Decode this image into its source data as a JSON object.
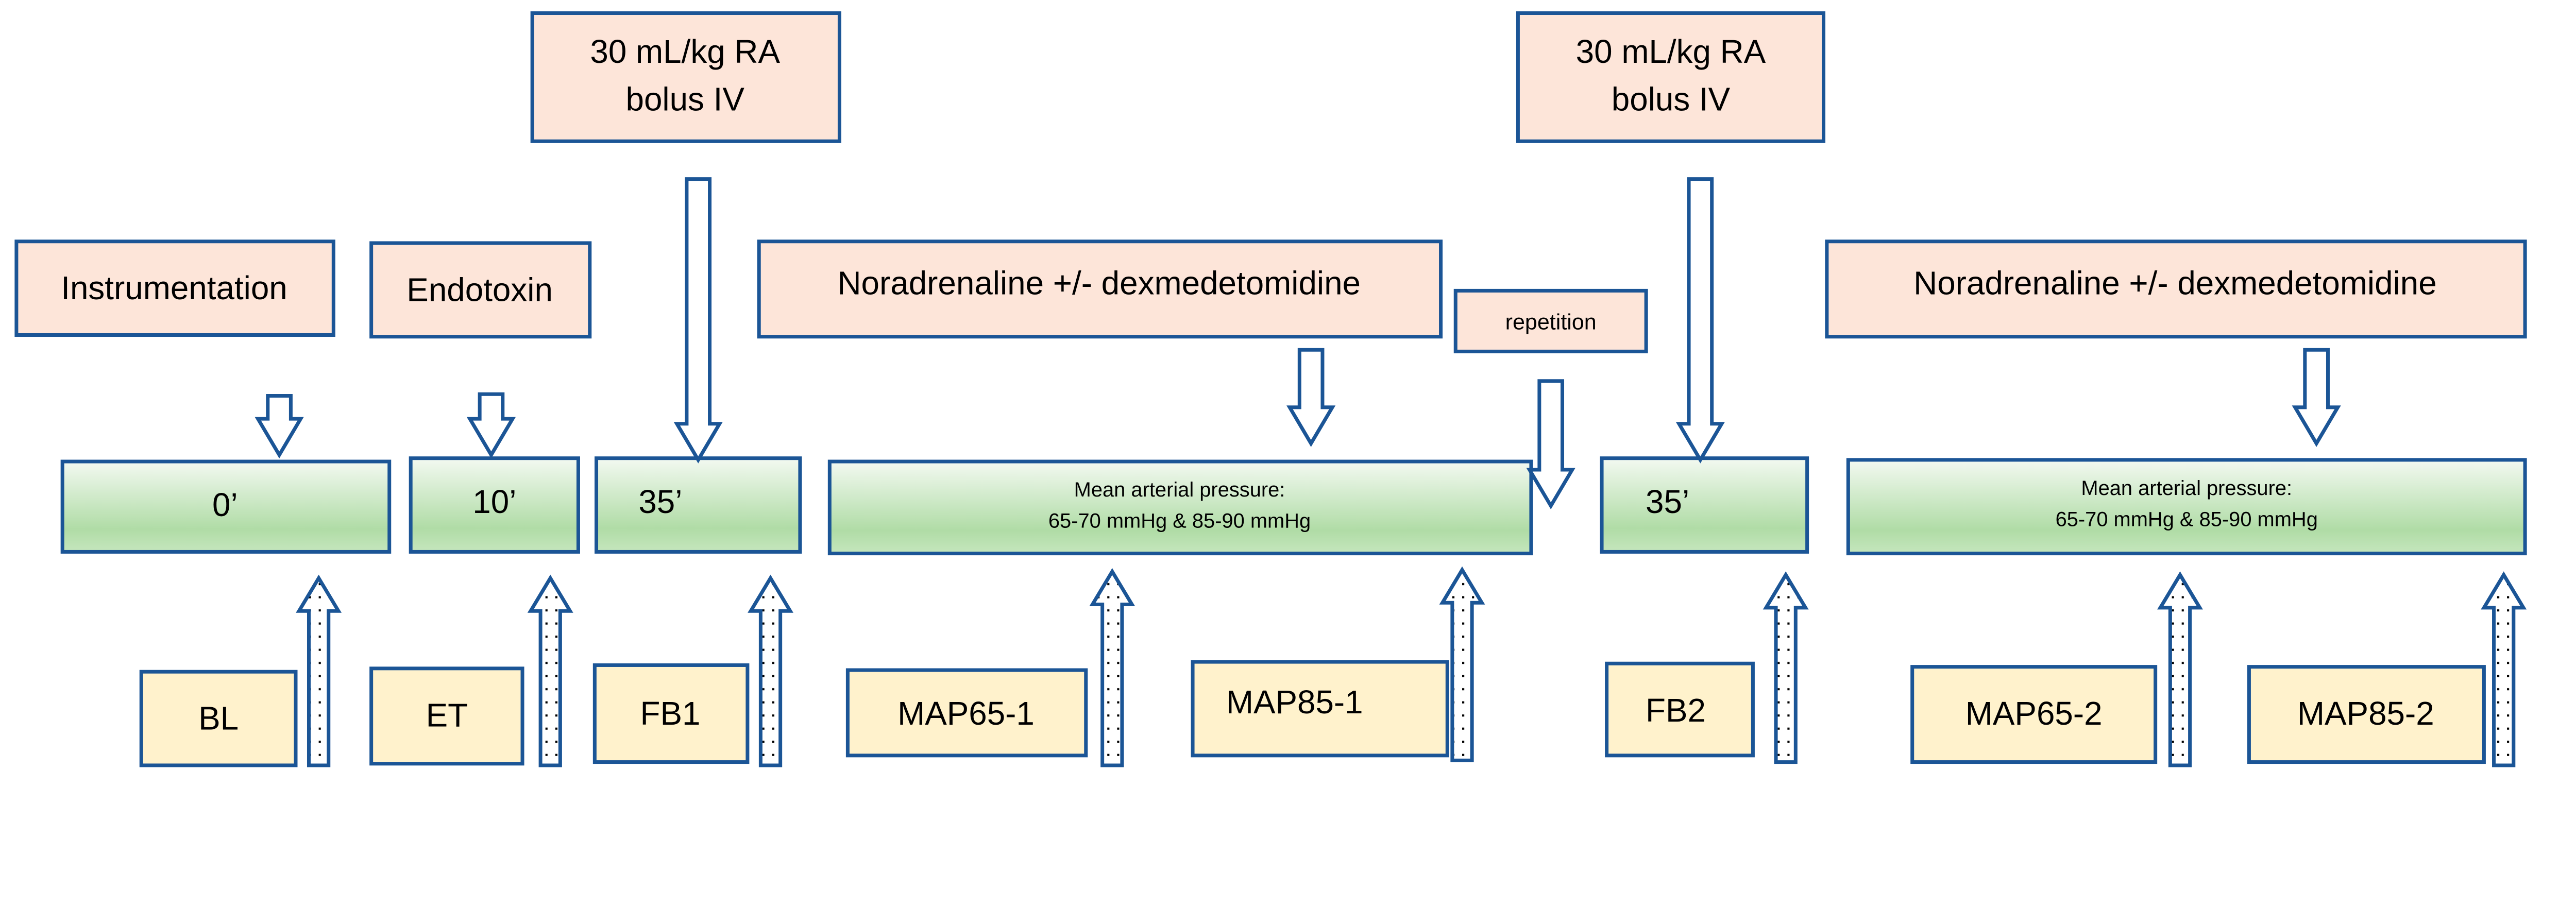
{
  "colors": {
    "border": "#1b5596",
    "event_fill": "#fde5d9",
    "time_fill_top": "#f3f9f1",
    "time_fill_bottom": "#b0dca6",
    "sample_fill": "#fff2cc"
  },
  "events": {
    "instrumentation": "Instrumentation",
    "endotoxin": "Endotoxin",
    "bolus1": {
      "line1": "30 mL/kg RA",
      "line2": "bolus IV"
    },
    "noradrenaline1": "Noradrenaline +/- dexmedetomidine",
    "repetition": "repetition",
    "bolus2": {
      "line1": "30 mL/kg RA",
      "line2": "bolus IV"
    },
    "noradrenaline2": "Noradrenaline +/- dexmedetomidine"
  },
  "timeline": {
    "t0": "0’",
    "t10": "10’",
    "t35a": "35’",
    "map1": {
      "line1": "Mean arterial pressure:",
      "line2": "65-70 mmHg & 85-90 mmHg"
    },
    "t35b": "35’",
    "map2": {
      "line1": "Mean arterial pressure:",
      "line2": "65-70 mmHg & 85-90 mmHg"
    }
  },
  "samples": [
    "BL",
    "ET",
    "FB1",
    "MAP65-1",
    "MAP85-1",
    "FB2",
    "MAP65-2",
    "MAP85-2"
  ],
  "arrows": {
    "down": "hollow-down-arrow",
    "up": "dotted-up-arrow"
  }
}
